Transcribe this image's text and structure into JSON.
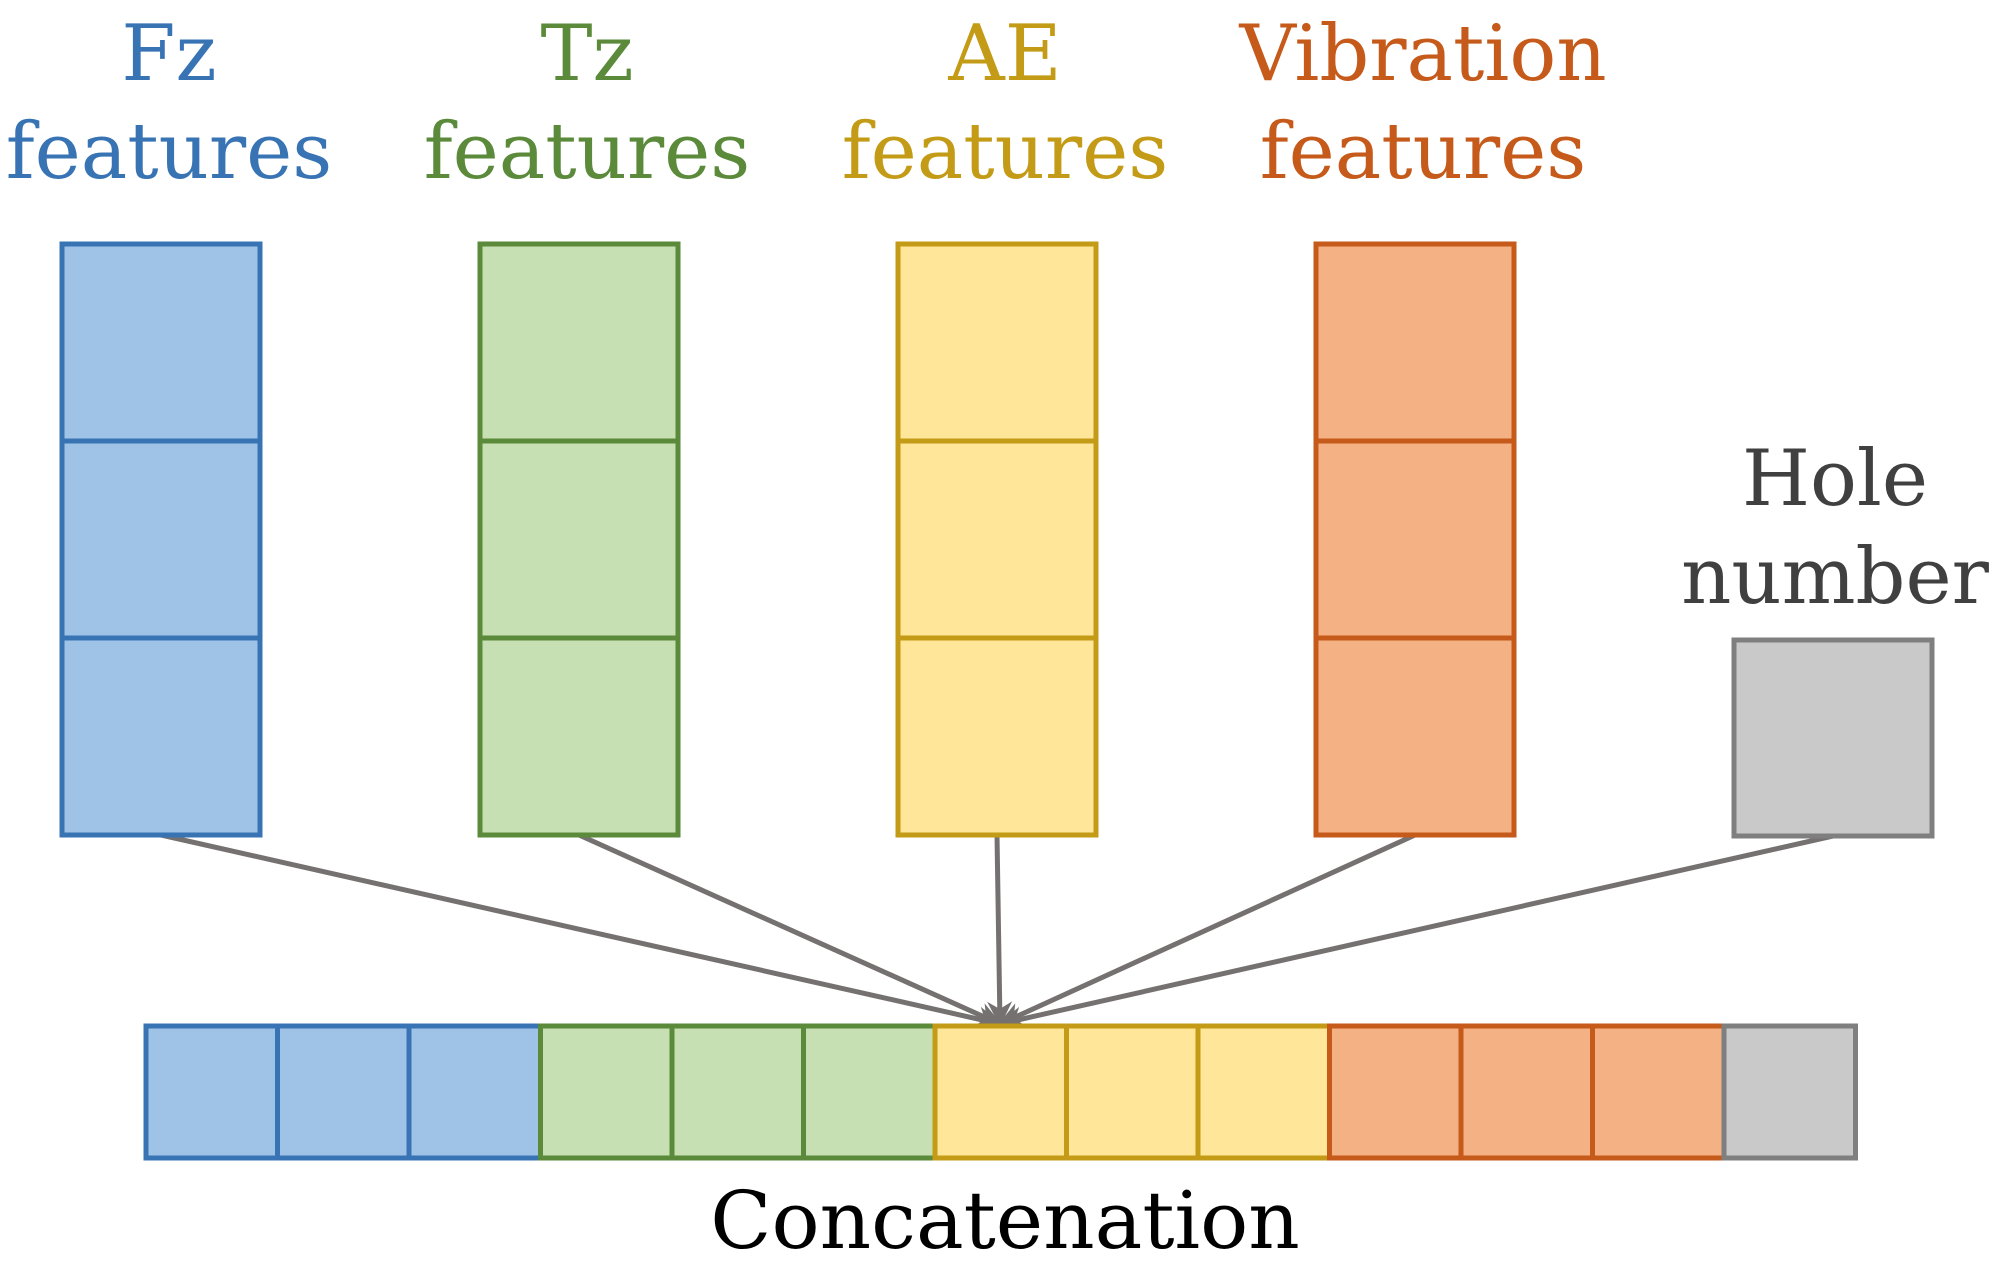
{
  "groups": [
    {
      "id": "fz",
      "label_line1": "Fz",
      "label_line2": "features",
      "cells": 3,
      "stroke": "#3874B4",
      "fill": "#9FC3E6"
    },
    {
      "id": "tz",
      "label_line1": "Tz",
      "label_line2": "features",
      "cells": 3,
      "stroke": "#5A8A3A",
      "fill": "#C6E0B4"
    },
    {
      "id": "ae",
      "label_line1": "AE",
      "label_line2": "features",
      "cells": 3,
      "stroke": "#C39B16",
      "fill": "#FFE699"
    },
    {
      "id": "vibration",
      "label_line1": "Vibration",
      "label_line2": "features",
      "cells": 3,
      "stroke": "#C55A1A",
      "fill": "#F4B183"
    },
    {
      "id": "hole",
      "label_line1": "Hole",
      "label_line2": "number",
      "cells": 1,
      "stroke": "#7F7F7F",
      "fill": "#C9C9C9",
      "label_color": "#404040"
    }
  ],
  "concatenation": {
    "label": "Concatenation"
  },
  "arrow_color": "#767171"
}
